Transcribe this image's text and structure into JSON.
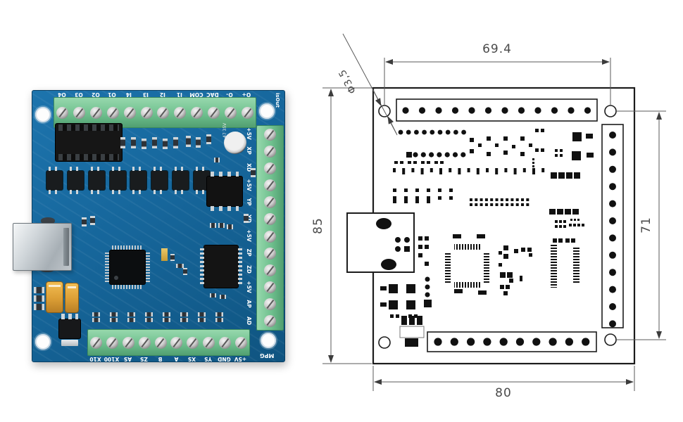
{
  "photo": {
    "top_labels": [
      "O4",
      "O3",
      "O2",
      "O1",
      "I4",
      "I3",
      "I2",
      "I1",
      "COM",
      "DAC",
      "O-",
      "O+"
    ],
    "right_labels": [
      "+5V",
      "XP",
      "XD",
      "+5V",
      "YP",
      "YD",
      "+5V",
      "ZP",
      "ZD",
      "+5V",
      "AP",
      "AD"
    ],
    "bottom_labels": [
      "X10",
      "X100",
      "AS",
      "ZS",
      "B",
      "A",
      "XS",
      "YS",
      "GND",
      "+5V"
    ],
    "corner_label": "MPG",
    "silkscreen_text": "isOut",
    "capacitor_marking": "47 35V",
    "colors": {
      "pcb_blue": "#16669b",
      "terminal_green": "#6fc08e"
    }
  },
  "drawing": {
    "dim_top": "69.4",
    "dim_left": "85",
    "dim_right": "71",
    "dim_bottom": "80",
    "hole_diameter": "Φ3,5"
  }
}
